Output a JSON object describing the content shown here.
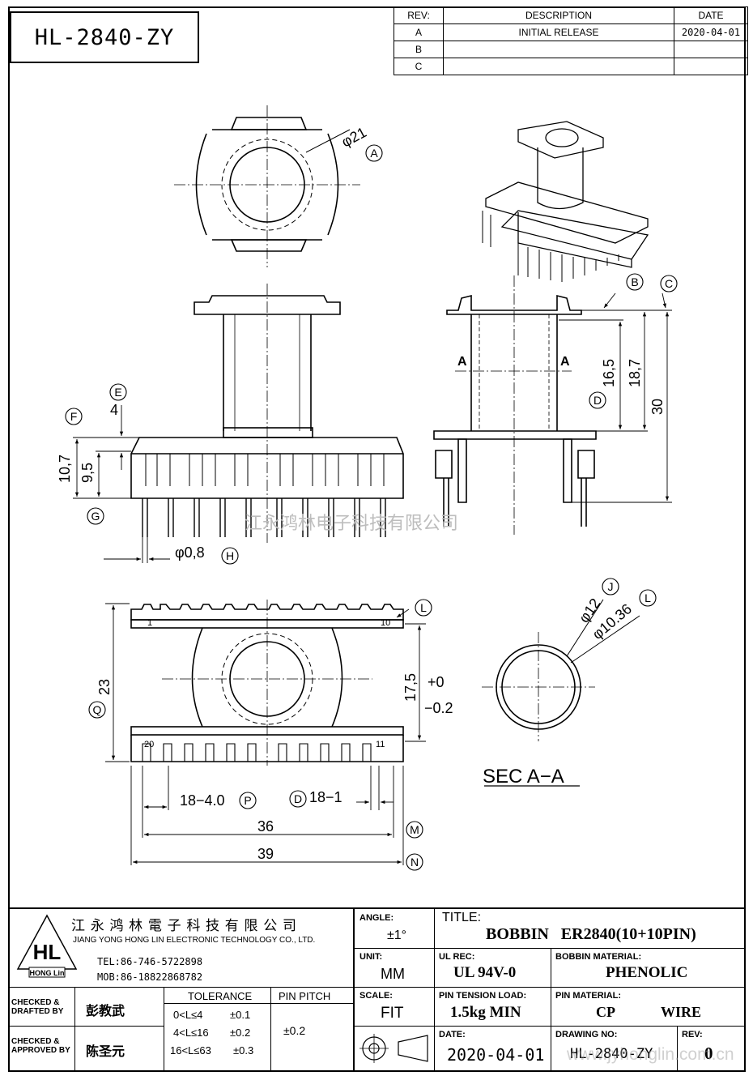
{
  "part_number": "HL-2840-ZY",
  "revision_table": {
    "headers": [
      "REV:",
      "DESCRIPTION",
      "DATE"
    ],
    "rows": [
      {
        "rev": "A",
        "description": "INITIAL RELEASE",
        "date": "2020-04-01"
      },
      {
        "rev": "B",
        "description": "",
        "date": ""
      },
      {
        "rev": "C",
        "description": "",
        "date": ""
      }
    ]
  },
  "dimensions": {
    "top_diameter": "φ21",
    "label_a": "A",
    "label_b": "B",
    "label_c": "C",
    "label_d": "D",
    "label_e": "E",
    "label_f": "F",
    "label_g": "G",
    "label_h": "H",
    "label_j": "J",
    "label_l": "L",
    "label_m": "M",
    "label_n": "N",
    "label_p": "P",
    "label_q": "Q",
    "section_mark_left": "A",
    "section_mark_right": "A",
    "dim_4": "4",
    "dim_10_7": "10,7",
    "dim_9_5": "9,5",
    "dim_16_5": "16,5",
    "dim_18_7": "18,7",
    "dim_30": "30",
    "pin_diameter": "φ0,8",
    "dim_23": "23",
    "dim_17_5": "17,5",
    "tol_plus": "+0",
    "tol_minus": "−0.2",
    "pin_pitch_dim": "18−4.0",
    "pin_width_dim": "18−1",
    "dim_36": "36",
    "dim_39": "39",
    "tube_outer": "φ12",
    "tube_inner": "φ10.36",
    "pin_1": "1",
    "pin_10": "10",
    "pin_20": "20",
    "pin_11": "11",
    "section_title": "SEC A−A"
  },
  "watermark_top": "江永鸿林电子科技有限公司",
  "watermark_bottom": "www.jyhonglin.com.cn",
  "title_block": {
    "company_cn": "江 永 鸿 林 電 子 科 技 有 限 公 司",
    "company_en": "JIANG YONG HONG LIN ELECTRONIC TECHNOLOGY CO., LTD.",
    "logo_letters": "HL",
    "logo_text": "HONG Lin",
    "tel": "TEL:86-746-5722898",
    "mob": "MOB:86-18822868782",
    "angle_label": "ANGLE:",
    "angle_value": "±1°",
    "title_label": "TITLE:",
    "title_value": "BOBBIN   ER2840(10+10PIN)",
    "unit_label": "UNIT:",
    "unit_value": "MM",
    "ul_label": "UL REC:",
    "ul_value": "UL 94V-0",
    "bobbin_mat_label": "BOBBIN MATERIAL:",
    "bobbin_mat_value": "PHENOLIC",
    "checked_drafted_label": "CHECKED & DRAFTED BY",
    "checked_drafted_name": "彭教武",
    "tolerance_label": "TOLERANCE",
    "tolerance_rows": [
      {
        "range": "0<L≤4",
        "tol": "±0.1"
      },
      {
        "range": "4<L≤16",
        "tol": "±0.2"
      },
      {
        "range": "16<L≤63",
        "tol": "±0.3"
      }
    ],
    "pin_pitch_label": "PIN PITCH",
    "pin_pitch_value": "±0.2",
    "scale_label": "SCALE:",
    "scale_value": "FIT",
    "pin_tension_label": "PIN TENSION LOAD:",
    "pin_tension_value": "1.5kg MIN",
    "pin_mat_label": "PIN MATERIAL:",
    "pin_mat_value": "CP",
    "pin_mat_value2": "WIRE",
    "checked_approved_label": "CHECKED & APPROVED BY",
    "checked_approved_name": "陈圣元",
    "date_label": "DATE:",
    "date_value": "2020-04-01",
    "drawing_no_label": "DRAWING NO:",
    "drawing_no_value": "HL-2840-ZY",
    "rev_label": "REV:",
    "rev_value": "0"
  }
}
